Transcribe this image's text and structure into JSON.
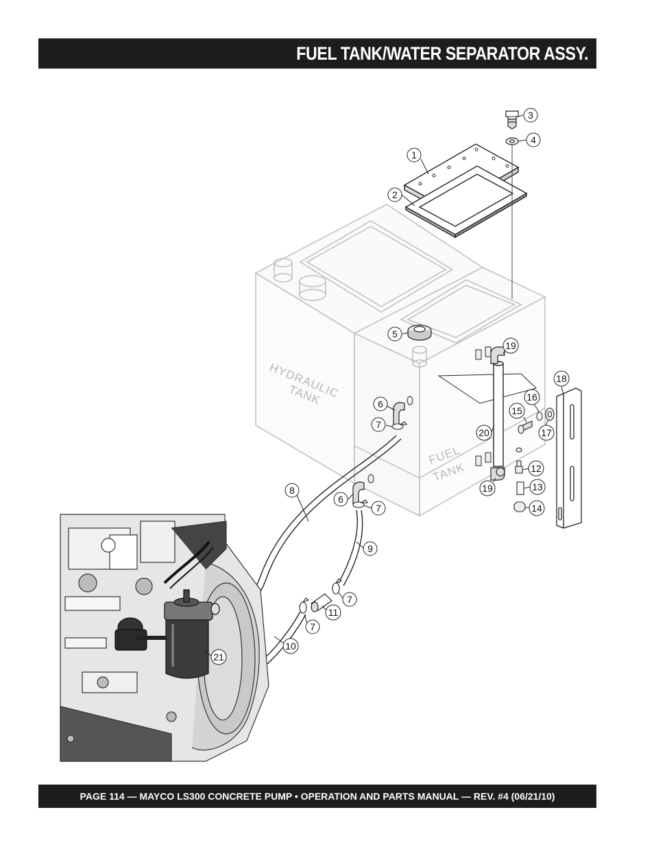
{
  "header": {
    "title": "FUEL TANK/WATER SEPARATOR ASSY."
  },
  "footer": {
    "text": "PAGE 114 — MAYCO LS300 CONCRETE PUMP • OPERATION AND PARTS MANUAL — REV. #4 (06/21/10)"
  },
  "labels": {
    "hydraulic_line1": "HYDRAULIC",
    "hydraulic_line2": "TANK",
    "fuel_line1": "FUEL",
    "fuel_line2": "TANK"
  },
  "callouts": [
    "1",
    "2",
    "3",
    "4",
    "5",
    "6",
    "7",
    "8",
    "9",
    "10",
    "11",
    "12",
    "13",
    "14",
    "15",
    "16",
    "17",
    "18",
    "19",
    "20",
    "21"
  ],
  "callout_items": {
    "c1": "1",
    "c2": "2",
    "c3": "3",
    "c4": "4",
    "c5": "5",
    "c6a": "6",
    "c6b": "6",
    "c7a": "7",
    "c7b": "7",
    "c7c": "7",
    "c7d": "7",
    "c8": "8",
    "c9": "9",
    "c10": "10",
    "c11": "11",
    "c12": "12",
    "c13": "13",
    "c14": "14",
    "c15": "15",
    "c16": "16",
    "c17": "17",
    "c18": "18",
    "c19a": "19",
    "c19b": "19",
    "c20": "20",
    "c21": "21"
  },
  "colors": {
    "bar": "#1d1d1d",
    "tank_line": "#bdbdbd",
    "part_line": "#222222",
    "engine_fill": "#e6e6e6"
  }
}
